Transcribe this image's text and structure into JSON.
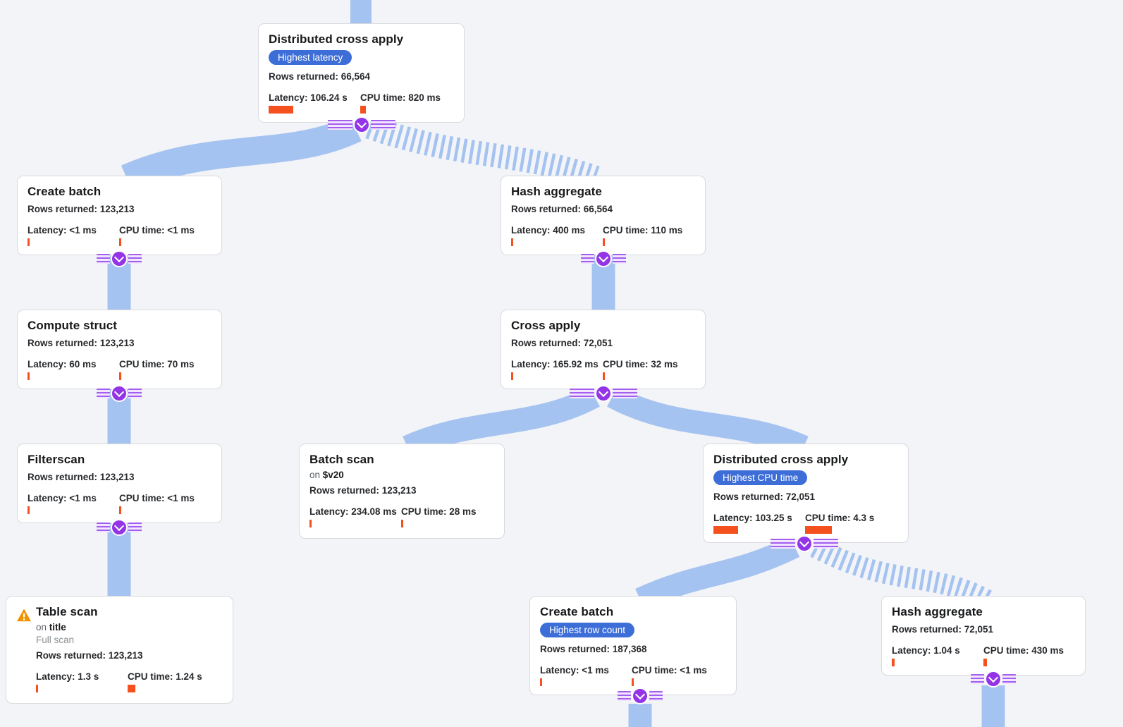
{
  "app": {
    "background": "#f3f4f8",
    "edge_color": "#a5c3f0",
    "connector_purple": "#9334e6",
    "badge_blue": "#3d6ed8",
    "bar_orange": "#f4511e",
    "warning_orange": "#f09300"
  },
  "nodes": [
    {
      "id": "distributed-cross-apply-top",
      "title": "Distributed cross apply",
      "badge": "Highest latency",
      "rows": "Rows returned: 66,564",
      "latency": "Latency: 106.24 s",
      "latency_bar": 35,
      "cpu": "CPU time: 820 ms",
      "cpu_bar": 8
    },
    {
      "id": "create-batch-1",
      "title": "Create batch",
      "rows": "Rows returned: 123,213",
      "latency": "Latency: <1 ms",
      "latency_bar": 3,
      "cpu": "CPU time: <1 ms",
      "cpu_bar": 3
    },
    {
      "id": "hash-aggregate-1",
      "title": "Hash aggregate",
      "rows": "Rows returned: 66,564",
      "latency": "Latency: 400 ms",
      "latency_bar": 3,
      "cpu": "CPU time: 110 ms",
      "cpu_bar": 3
    },
    {
      "id": "compute-struct",
      "title": "Compute struct",
      "rows": "Rows returned: 123,213",
      "latency": "Latency: 60 ms",
      "latency_bar": 3,
      "cpu": "CPU time: 70 ms",
      "cpu_bar": 3
    },
    {
      "id": "cross-apply",
      "title": "Cross apply",
      "rows": "Rows returned: 72,051",
      "latency": "Latency: 165.92 ms",
      "latency_bar": 3,
      "cpu": "CPU time: 32 ms",
      "cpu_bar": 3
    },
    {
      "id": "filterscan",
      "title": "Filterscan",
      "rows": "Rows returned: 123,213",
      "latency": "Latency: <1 ms",
      "latency_bar": 3,
      "cpu": "CPU time: <1 ms",
      "cpu_bar": 3
    },
    {
      "id": "batch-scan",
      "title": "Batch scan",
      "on_prefix": "on ",
      "on_value": "$v20",
      "rows": "Rows returned: 123,213",
      "latency": "Latency: 234.08 ms",
      "latency_bar": 3,
      "cpu": "CPU time: 28 ms",
      "cpu_bar": 3
    },
    {
      "id": "distributed-cross-apply-2",
      "title": "Distributed cross apply",
      "badge": "Highest CPU time",
      "rows": "Rows returned: 72,051",
      "latency": "Latency: 103.25 s",
      "latency_bar": 35,
      "cpu": "CPU time: 4.3 s",
      "cpu_bar": 38
    },
    {
      "id": "table-scan",
      "title": "Table scan",
      "on_prefix": "on ",
      "on_value": "title",
      "note": "Full scan",
      "rows": "Rows returned: 123,213",
      "latency": "Latency: 1.3 s",
      "latency_bar": 3,
      "cpu": "CPU time: 1.24 s",
      "cpu_bar": 11
    },
    {
      "id": "create-batch-2",
      "title": "Create batch",
      "badge": "Highest row count",
      "rows": "Rows returned: 187,368",
      "latency": "Latency: <1 ms",
      "latency_bar": 3,
      "cpu": "CPU time: <1 ms",
      "cpu_bar": 3
    },
    {
      "id": "hash-aggregate-2",
      "title": "Hash aggregate",
      "rows": "Rows returned: 72,051",
      "latency": "Latency: 1.04 s",
      "latency_bar": 4,
      "cpu": "CPU time: 430 ms",
      "cpu_bar": 5
    }
  ],
  "edges": [
    {
      "from": "parent-offscreen",
      "to": "distributed-cross-apply-top",
      "style": "solid"
    },
    {
      "from": "distributed-cross-apply-top",
      "to": "create-batch-1",
      "style": "solid"
    },
    {
      "from": "distributed-cross-apply-top",
      "to": "hash-aggregate-1",
      "style": "striped"
    },
    {
      "from": "create-batch-1",
      "to": "compute-struct",
      "style": "solid"
    },
    {
      "from": "hash-aggregate-1",
      "to": "cross-apply",
      "style": "solid"
    },
    {
      "from": "compute-struct",
      "to": "filterscan",
      "style": "solid"
    },
    {
      "from": "filterscan",
      "to": "table-scan",
      "style": "solid"
    },
    {
      "from": "cross-apply",
      "to": "batch-scan",
      "style": "solid"
    },
    {
      "from": "cross-apply",
      "to": "distributed-cross-apply-2",
      "style": "solid"
    },
    {
      "from": "distributed-cross-apply-2",
      "to": "create-batch-2",
      "style": "solid"
    },
    {
      "from": "distributed-cross-apply-2",
      "to": "hash-aggregate-2",
      "style": "striped"
    },
    {
      "from": "create-batch-2",
      "to": "child-offscreen",
      "style": "solid"
    },
    {
      "from": "hash-aggregate-2",
      "to": "child-offscreen",
      "style": "solid"
    }
  ]
}
